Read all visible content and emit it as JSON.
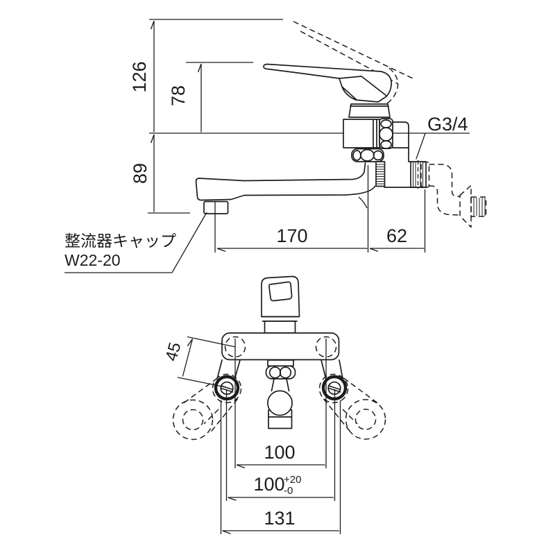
{
  "colors": {
    "line": "#1c1c1c",
    "background": "#ffffff"
  },
  "side_view": {
    "dim_total_height": "126",
    "dim_handle_height": "78",
    "dim_spout_drop": "89",
    "dim_spout_reach": "170",
    "dim_wall_clearance": "62",
    "thread_label": "G3/4",
    "aerator_cap_label": "整流器キャップ",
    "aerator_cap_model": "W22-20"
  },
  "front_view": {
    "dim_eccentric_adjust": "45",
    "dim_hole_pitch": "100",
    "dim_pitch_tolerance_base": "100",
    "dim_pitch_tolerance_upper": "+20",
    "dim_pitch_tolerance_lower": "-0",
    "dim_overall_width": "131"
  }
}
